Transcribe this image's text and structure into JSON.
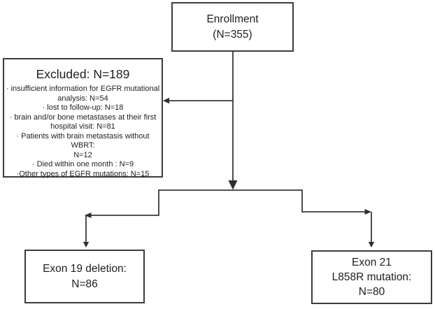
{
  "flowchart": {
    "enrollment_box": {
      "lines": [
        "Enrollment",
        "(N=355)"
      ]
    },
    "excluded_box": {
      "title": "Excluded: N=189",
      "items": [
        "· insufficient information for EGFR mutational\nanalysis: N=54",
        "· lost to follow-up: N=18",
        "· brain and/or bone metastases at their first\nhospital visit: N=81",
        "· Patients with brain metastasis without WBRT:\nN=12",
        "· Died within one month : N=9",
        "·Other types of EGFR mutations: N=15"
      ]
    },
    "exon19_box": {
      "lines": [
        "Exon 19 deletion:",
        "N=86"
      ]
    },
    "exon21_box": {
      "lines": [
        "Exon 21",
        "L858R mutation:",
        "N=80"
      ]
    },
    "colors": {
      "line": "#3a3a3a",
      "border": "#3c3c3c",
      "text": "#1e1e1e",
      "background": "#ffffff"
    }
  }
}
